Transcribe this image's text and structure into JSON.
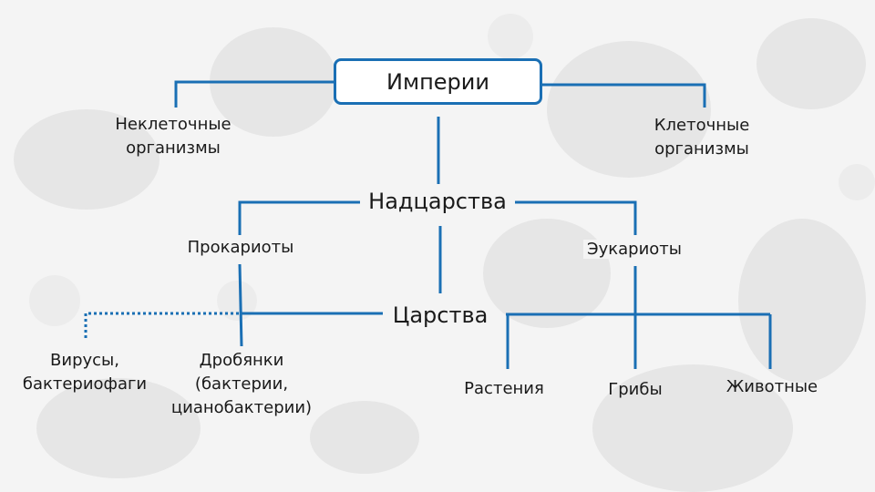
{
  "diagram": {
    "root": "Империи",
    "left_branch": "Неклеточные\nорганизмы",
    "right_branch": "Клеточные\nорганизмы",
    "superkingdoms": "Надцарства",
    "prokaryotes": "Прокариоты",
    "eukaryotes": "Эукариоты",
    "kingdoms": "Царства",
    "viruses": "Вирусы,\nбактериофаги",
    "bacteria": "Дробянки\n(бактерии,\nцианобактерии)",
    "plants": "Растения",
    "fungi": "Грибы",
    "animals": "Животные"
  },
  "colors": {
    "line": "#1a6fb4",
    "background": "#f4f4f4"
  }
}
